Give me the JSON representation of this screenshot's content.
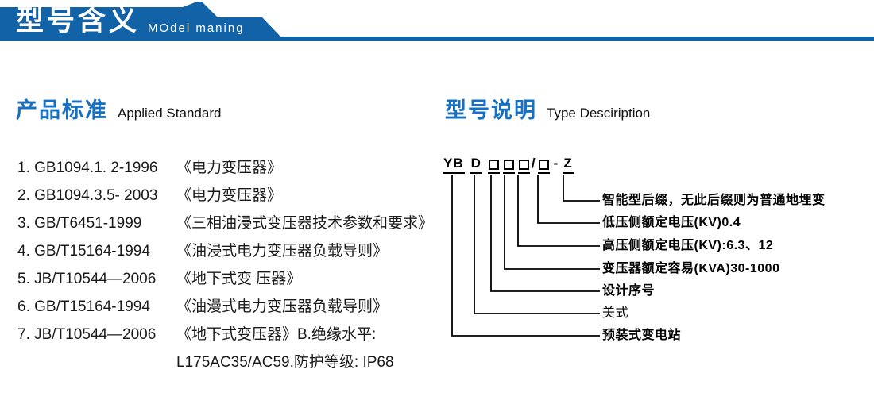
{
  "header": {
    "title": "型号含义",
    "subtitle": "MOdel maning"
  },
  "colors": {
    "banner_blue": "#1262a8",
    "heading_blue": "#1670c3",
    "text_black": "#1a1a1a",
    "line_black": "#000000"
  },
  "sections": {
    "left": {
      "title_cn": "产品标准",
      "title_en": "Applied Standard",
      "standards": [
        {
          "code": "1. GB1094.1. 2-1996",
          "title": "《电力变压器》"
        },
        {
          "code": "2. GB1094.3.5- 2003",
          "title": "《电力变压器》"
        },
        {
          "code": "3. GB/T6451-1999",
          "title": "《三相油浸式变压器技术参数和要求》"
        },
        {
          "code": "4. GB/T15164-1994",
          "title": "《油浸式电力变压器负载导则》"
        },
        {
          "code": "5. JB/T10544—2006",
          "title": "《地下式变 压器》"
        },
        {
          "code": "6. GB/T15164-1994",
          "title": "《油漫式电力变压器负载导则》"
        },
        {
          "code": "7. JB/T10544—2006",
          "title": "《地下式变压器》B.绝缘水平:"
        },
        {
          "code": "",
          "title": "L175AC35/AC59.防护等级: IP68"
        }
      ]
    },
    "right": {
      "title_cn": "型号说明",
      "title_en": "Type Desciription",
      "model_code": {
        "prefix": "YB",
        "style": "D",
        "slash": "/",
        "dash": "-",
        "suffix": "Z"
      },
      "labels": [
        "智能型后缀，无此后缀则为普通地埋变",
        "低压侧额定电压(KV)0.4",
        "高压侧额定电压(KV):6.3、12",
        "变压器额定容易(KVA)30-1000",
        "设计序号",
        "美式",
        "预装式变电站"
      ]
    }
  }
}
